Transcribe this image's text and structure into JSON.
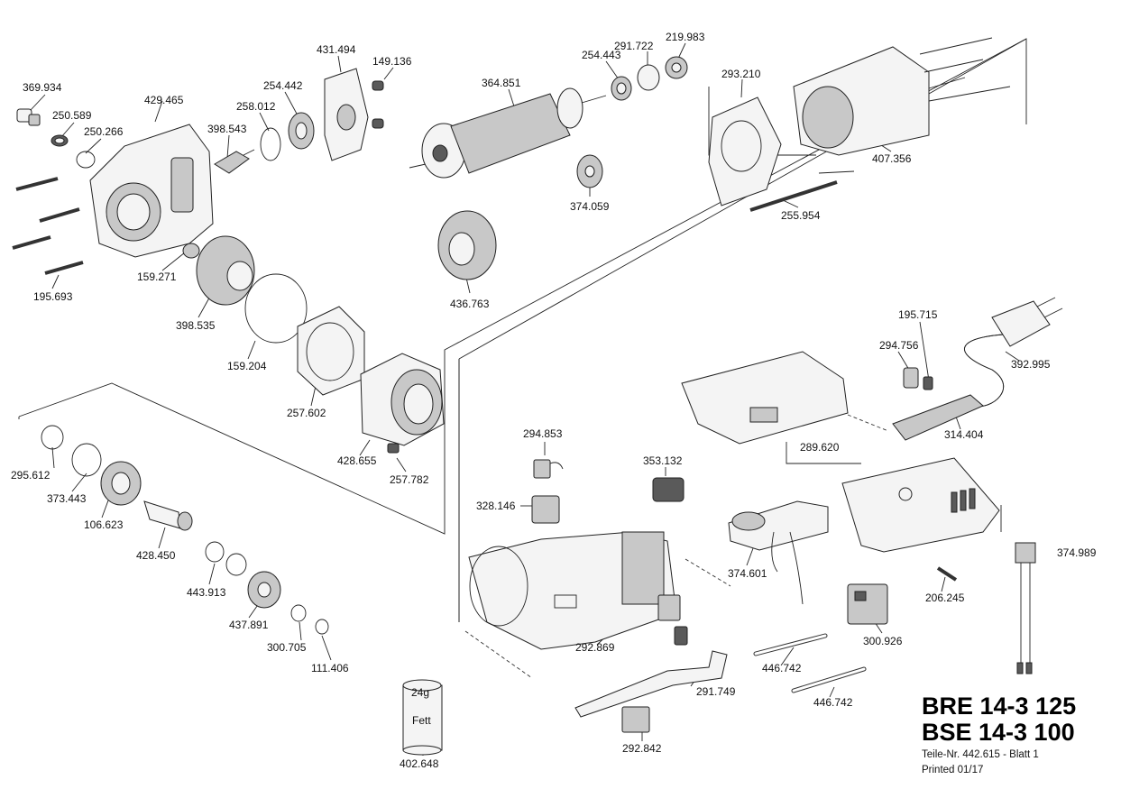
{
  "models": [
    "BRE 14-3 125",
    "BSE 14-3 100"
  ],
  "part_number_line": "Teile-Nr. 442.615 - Blatt 1",
  "printed": "Printed 01/17",
  "grease_box": {
    "weight": "24g",
    "label": "Fett"
  },
  "parts": {
    "p369934": "369.934",
    "p250589": "250.589",
    "p250266": "250.266",
    "p429465": "429.465",
    "p398543": "398.543",
    "p258012": "258.012",
    "p254442": "254.442",
    "p431494": "431.494",
    "p149136": "149.136",
    "p364851": "364.851",
    "p254443": "254.443",
    "p291722": "291.722",
    "p219983": "219.983",
    "p293210": "293.210",
    "p407356": "407.356",
    "p374059": "374.059",
    "p255954": "255.954",
    "p436763": "436.763",
    "p159271": "159.271",
    "p195693": "195.693",
    "p398535": "398.535",
    "p159204": "159.204",
    "p257602": "257.602",
    "p428655": "428.655",
    "p257782": "257.782",
    "p295612": "295.612",
    "p373443": "373.443",
    "p106623": "106.623",
    "p428450": "428.450",
    "p443913": "443.913",
    "p437891": "437.891",
    "p300705": "300.705",
    "p111406": "111.406",
    "p402648": "402.648",
    "p294853": "294.853",
    "p353132": "353.132",
    "p328146": "328.146",
    "p195715": "195.715",
    "p294756": "294.756",
    "p392995": "392.995",
    "p314404": "314.404",
    "p289620": "289.620",
    "p374601": "374.601",
    "p206245": "206.245",
    "p374989": "374.989",
    "p300926": "300.926",
    "p292869": "292.869",
    "p446742a": "446.742",
    "p446742b": "446.742",
    "p291749": "291.749",
    "p292842": "292.842"
  }
}
